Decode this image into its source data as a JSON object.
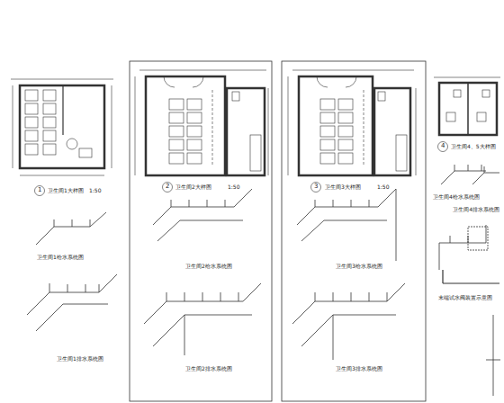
{
  "diagram": {
    "labels": [
      "1",
      "卫生间1大样图",
      "1:50",
      "卫生间1给水系统图",
      "卫生间1排水系统图",
      "2",
      "卫生间2大样图",
      "1:50",
      "卫生间2给水系统图",
      "卫生间2排水系统图",
      "3",
      "卫生间3大样图",
      "1:50",
      "卫生间3给水系统图",
      "卫生间3排水系统图",
      "4",
      "卫生间4、5大样图",
      "卫生间4给水系统图",
      "卫生间4排水系统图",
      "末端试水阀装置示意图"
    ]
  }
}
